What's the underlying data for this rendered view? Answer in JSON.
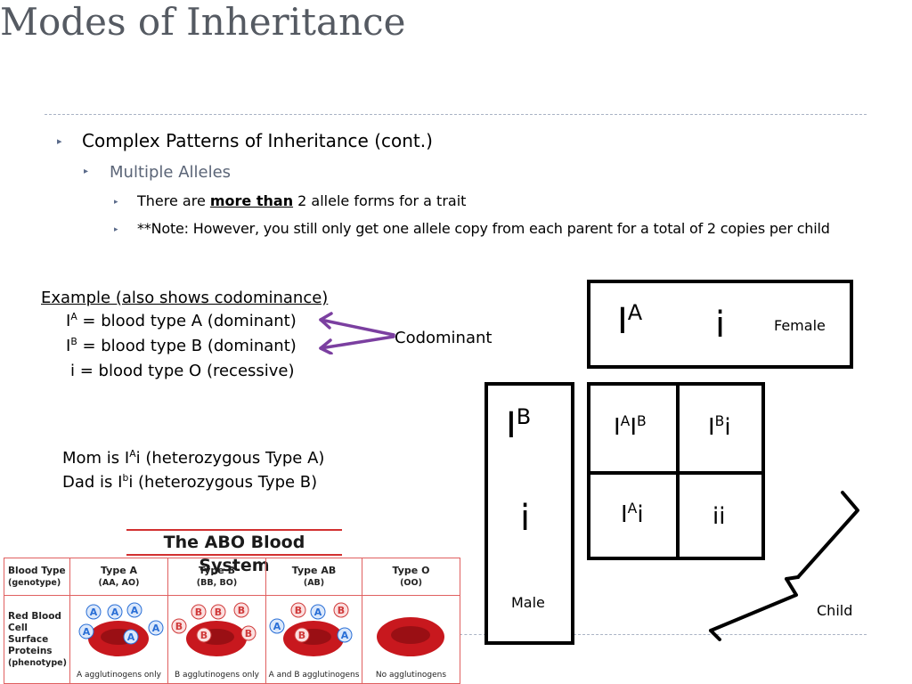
{
  "slide": {
    "title": "Modes of Inheritance",
    "bullets": {
      "l1": "Complex Patterns of Inheritance (cont.)",
      "l2": "Multiple Alleles",
      "l3a_pre": "There are ",
      "l3a_bold": "more than",
      "l3a_post": " 2 allele forms for a trait",
      "l3b": "**Note: However, you still only get one allele copy from each parent for a total of 2 copies per child"
    },
    "example": {
      "heading": "Example (also shows codominance)",
      "line1_base": "I",
      "line1_sup": "A",
      "line1_rest": " = blood type A (dominant)",
      "line2_base": "I",
      "line2_sup": "B",
      "line2_rest": " = blood type B (dominant)",
      "line3": "i = blood type O (recessive)",
      "codominant": "Codominant"
    },
    "parents": {
      "mom_pre": "Mom is I",
      "mom_sup": "A",
      "mom_post": "i (heterozygous Type A)",
      "dad_pre": "Dad is I",
      "dad_sup": "b",
      "dad_post": "i (heterozygous Type B)"
    },
    "punnett": {
      "female_a_base": "I",
      "female_a_sup": "A",
      "female_b": "i",
      "female_label": "Female",
      "male_a_base": "I",
      "male_a_sup": "B",
      "male_b": "i",
      "male_label": "Male",
      "c11_1": "I",
      "c11_1s": "A",
      "c11_2": "I",
      "c11_2s": "B",
      "c12_1": "I",
      "c12_1s": "B",
      "c12_2": "i",
      "c21_1": "I",
      "c21_1s": "A",
      "c21_2": "i",
      "c22": "ii",
      "child_label": "Child"
    },
    "abo": {
      "title": "The ABO Blood System",
      "row1_label": "Blood Type",
      "row1_sub": "(genotype)",
      "row2_label_1": "Red Blood",
      "row2_label_2": "Cell Surface",
      "row2_label_3": "Proteins",
      "row2_sub": "(phenotype)",
      "types": [
        {
          "name": "Type A",
          "geno": "(AA, AO)",
          "caption": "A agglutinogens only",
          "marker": "A"
        },
        {
          "name": "Type B",
          "geno": "(BB, BO)",
          "caption": "B agglutinogens only",
          "marker": "B"
        },
        {
          "name": "Type AB",
          "geno": "(AB)",
          "caption": "A and B agglutinogens",
          "marker": "AB"
        },
        {
          "name": "Type O",
          "geno": "(OO)",
          "caption": "No agglutinogens",
          "marker": ""
        }
      ]
    },
    "colors": {
      "title": "#555a62",
      "arrow": "#7b3fa0",
      "rbc": "#c8181e",
      "abo_border": "#e06060",
      "antigen": "#2a6fd6",
      "antigen_b": "#d03a3a"
    }
  }
}
